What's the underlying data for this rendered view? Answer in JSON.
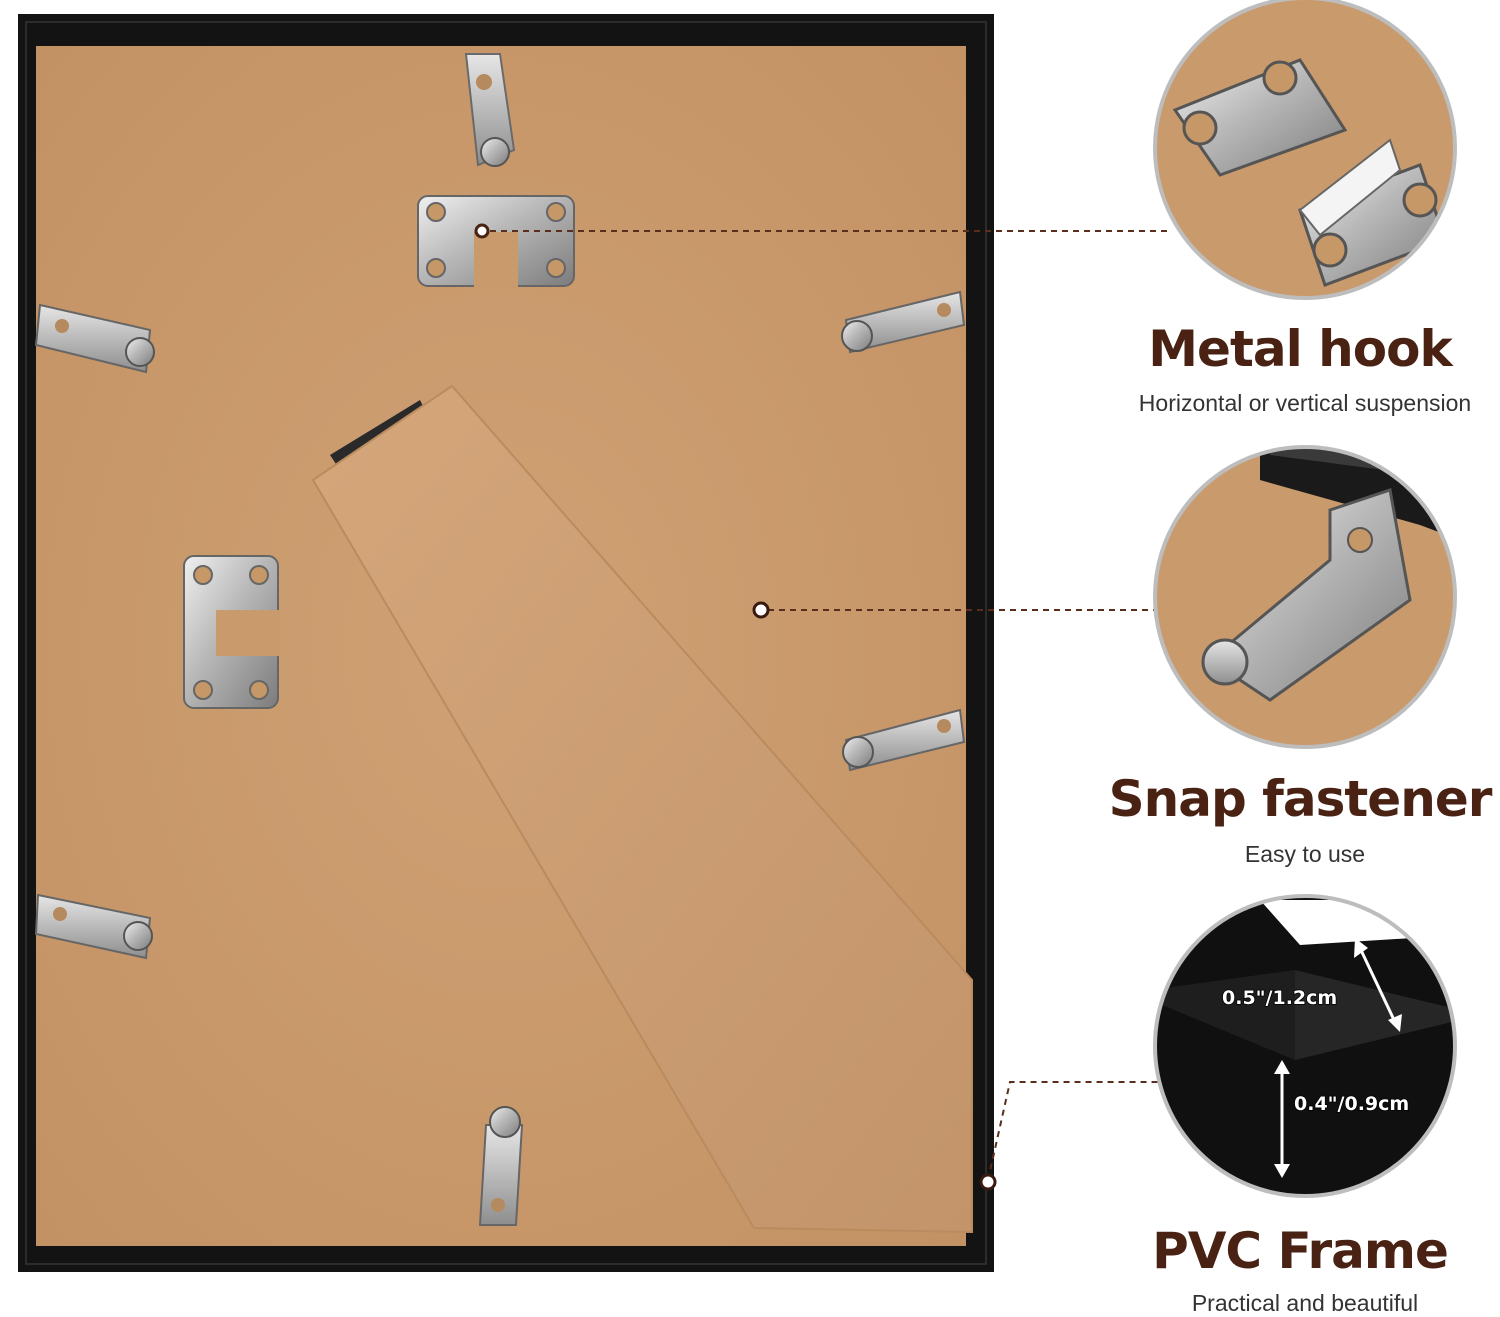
{
  "features": [
    {
      "title": "Metal hook",
      "subtitle": "Horizontal or vertical suspension",
      "icon": "sawtooth-hanger"
    },
    {
      "title": "Snap fastener",
      "subtitle": "Easy to use",
      "icon": "turn-button-clip"
    },
    {
      "title": "PVC Frame",
      "subtitle": "Practical and beautiful",
      "icon": "frame-corner"
    }
  ],
  "frame_dimensions": {
    "width_label": "0.5\"/1.2cm",
    "depth_label": "0.4\"/0.9cm"
  },
  "colors": {
    "frame": "#131313",
    "backboard": "#c99a6c",
    "easel": "#cb9c70",
    "metal": "#c8c8c8",
    "title_text": "#4a2214",
    "leader_line": "#5a2e1c"
  }
}
